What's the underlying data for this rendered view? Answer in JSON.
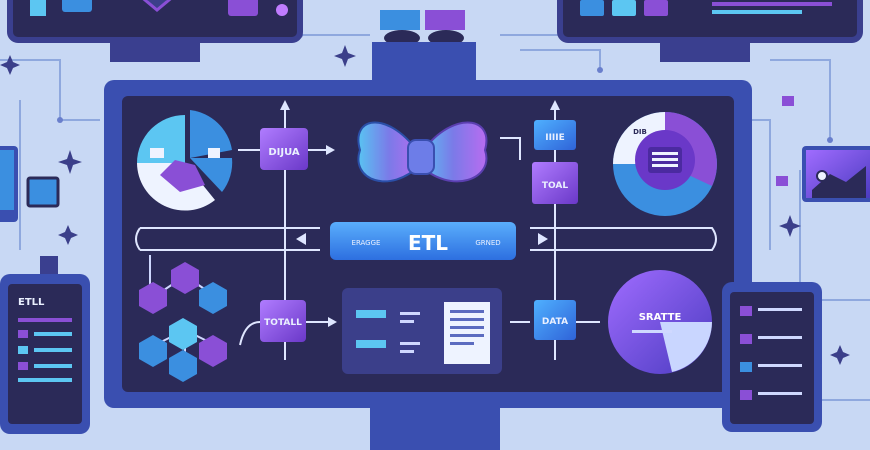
{
  "etl_bar": {
    "left_text": "ERAGGE",
    "center_text": "ETL",
    "right_text": "GRNED"
  },
  "flow_boxes": {
    "top_left": "DIJUA",
    "bottom_left": "TOTALL",
    "top_right": "IIIIE",
    "middle_right": "TOAL",
    "bottom_right": "DATA"
  },
  "pie_right_label": "DIB",
  "round_badge_label": "SRATTE",
  "left_tablet_label": "ETLL",
  "colors": {
    "background": "#c8d8f4",
    "monitor": "#3a3f8f",
    "screen": "#2b2a58",
    "purple": "#8a4fd6",
    "blue": "#3b8fe0",
    "cyan": "#5cc6f2"
  }
}
